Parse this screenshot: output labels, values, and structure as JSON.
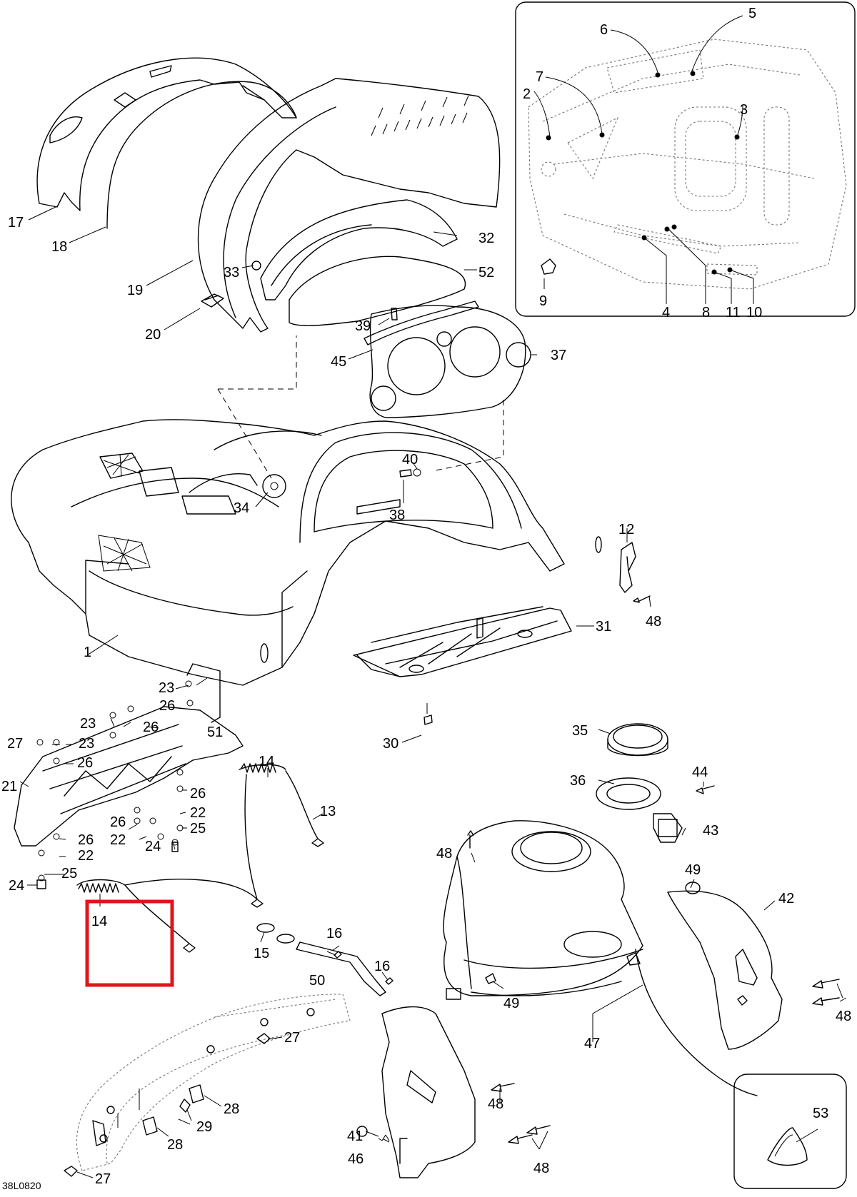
{
  "diagram": {
    "drawing_code": "38L0820",
    "highlight_color": "#e0141b",
    "callouts": [
      {
        "id": "c1",
        "label": "1"
      },
      {
        "id": "c2",
        "label": "2"
      },
      {
        "id": "c3",
        "label": "3"
      },
      {
        "id": "c4",
        "label": "4"
      },
      {
        "id": "c5",
        "label": "5"
      },
      {
        "id": "c6",
        "label": "6"
      },
      {
        "id": "c7",
        "label": "7"
      },
      {
        "id": "c8",
        "label": "8"
      },
      {
        "id": "c9",
        "label": "9"
      },
      {
        "id": "c10",
        "label": "10"
      },
      {
        "id": "c11",
        "label": "11"
      },
      {
        "id": "c12",
        "label": "12"
      },
      {
        "id": "c13",
        "label": "13"
      },
      {
        "id": "c14a",
        "label": "14"
      },
      {
        "id": "c14b",
        "label": "14"
      },
      {
        "id": "c15",
        "label": "15"
      },
      {
        "id": "c16a",
        "label": "16"
      },
      {
        "id": "c16b",
        "label": "16"
      },
      {
        "id": "c17",
        "label": "17"
      },
      {
        "id": "c18",
        "label": "18"
      },
      {
        "id": "c19",
        "label": "19"
      },
      {
        "id": "c20",
        "label": "20"
      },
      {
        "id": "c21",
        "label": "21"
      },
      {
        "id": "c22a",
        "label": "22"
      },
      {
        "id": "c22b",
        "label": "22"
      },
      {
        "id": "c22c",
        "label": "22"
      },
      {
        "id": "c23a",
        "label": "23"
      },
      {
        "id": "c23b",
        "label": "23"
      },
      {
        "id": "c23c",
        "label": "23"
      },
      {
        "id": "c24a",
        "label": "24"
      },
      {
        "id": "c24b",
        "label": "24"
      },
      {
        "id": "c25a",
        "label": "25"
      },
      {
        "id": "c25b",
        "label": "25"
      },
      {
        "id": "c26a",
        "label": "26"
      },
      {
        "id": "c26b",
        "label": "26"
      },
      {
        "id": "c26c",
        "label": "26"
      },
      {
        "id": "c26d",
        "label": "26"
      },
      {
        "id": "c26e",
        "label": "26"
      },
      {
        "id": "c26f",
        "label": "26"
      },
      {
        "id": "c27a",
        "label": "27"
      },
      {
        "id": "c27b",
        "label": "27"
      },
      {
        "id": "c27c",
        "label": "27"
      },
      {
        "id": "c28a",
        "label": "28"
      },
      {
        "id": "c28b",
        "label": "28"
      },
      {
        "id": "c29",
        "label": "29"
      },
      {
        "id": "c30",
        "label": "30"
      },
      {
        "id": "c31",
        "label": "31"
      },
      {
        "id": "c32",
        "label": "32"
      },
      {
        "id": "c33",
        "label": "33"
      },
      {
        "id": "c34",
        "label": "34"
      },
      {
        "id": "c35",
        "label": "35"
      },
      {
        "id": "c36",
        "label": "36"
      },
      {
        "id": "c37",
        "label": "37"
      },
      {
        "id": "c38",
        "label": "38"
      },
      {
        "id": "c39",
        "label": "39"
      },
      {
        "id": "c40",
        "label": "40"
      },
      {
        "id": "c41",
        "label": "41"
      },
      {
        "id": "c42",
        "label": "42"
      },
      {
        "id": "c43",
        "label": "43"
      },
      {
        "id": "c44",
        "label": "44"
      },
      {
        "id": "c45",
        "label": "45"
      },
      {
        "id": "c46",
        "label": "46"
      },
      {
        "id": "c47",
        "label": "47"
      },
      {
        "id": "c48a",
        "label": "48"
      },
      {
        "id": "c48b",
        "label": "48"
      },
      {
        "id": "c48c",
        "label": "48"
      },
      {
        "id": "c48d",
        "label": "48"
      },
      {
        "id": "c48e",
        "label": "48"
      },
      {
        "id": "c49a",
        "label": "49"
      },
      {
        "id": "c49b",
        "label": "49"
      },
      {
        "id": "c50",
        "label": "50"
      },
      {
        "id": "c51",
        "label": "51"
      },
      {
        "id": "c52",
        "label": "52"
      },
      {
        "id": "c53",
        "label": "53"
      }
    ]
  }
}
